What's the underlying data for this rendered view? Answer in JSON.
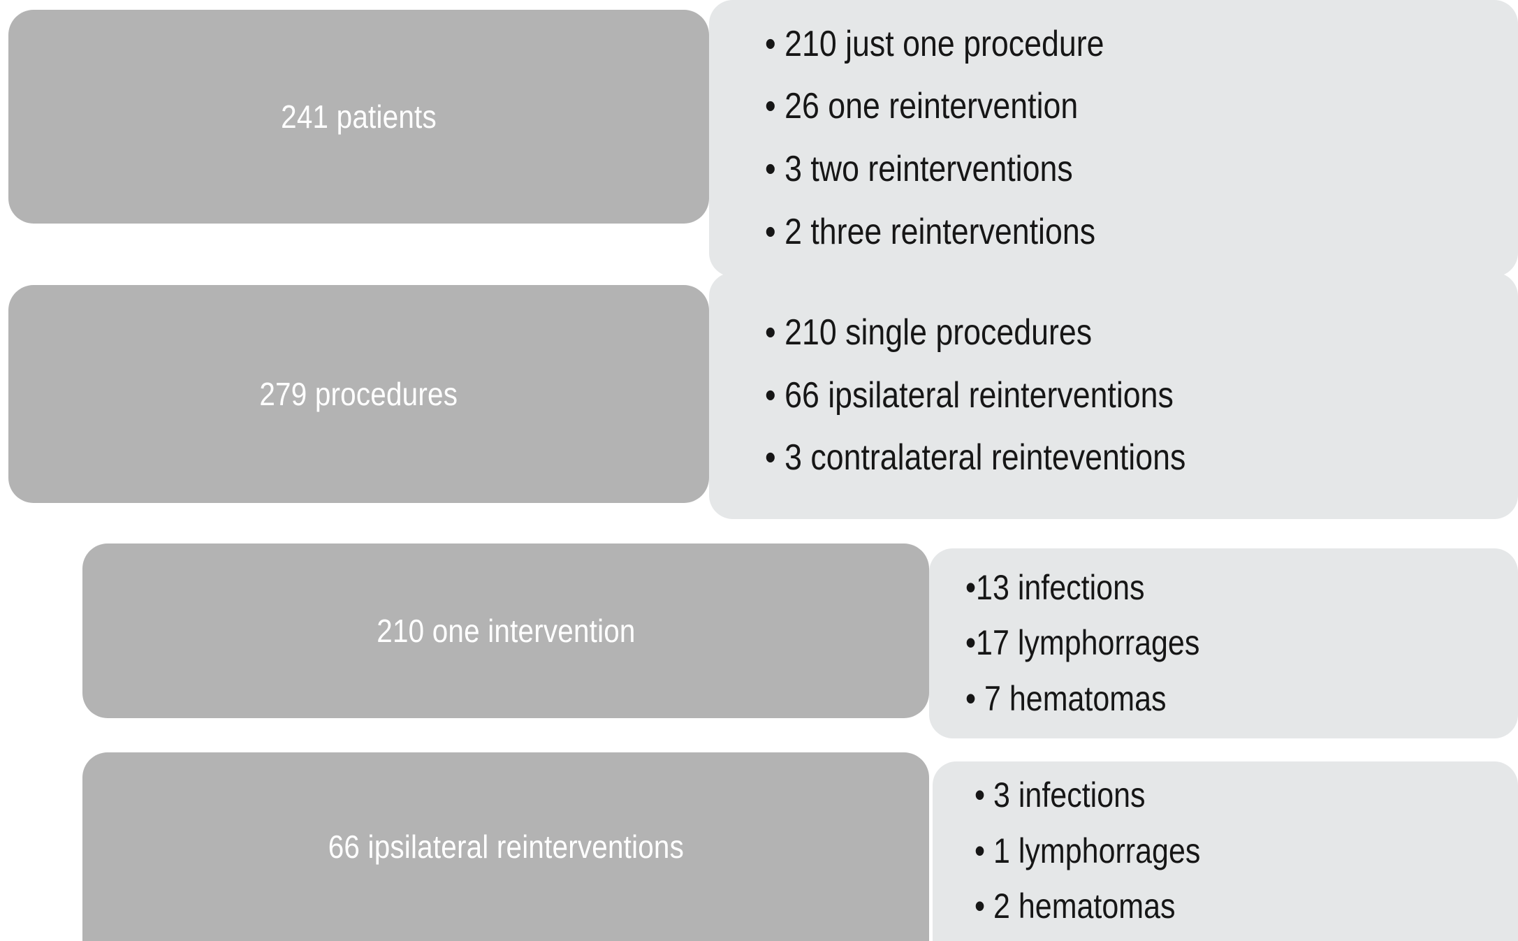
{
  "colors": {
    "summary_box_fill": "#b3b3b3",
    "detail_panel_fill": "#e5e7e8",
    "summary_text": "#ffffff",
    "detail_text": "#161616",
    "background": "#ffffff"
  },
  "diagram": {
    "type": "flow-summary",
    "rows": [
      {
        "summary": "241 patients",
        "details": [
          "• 210 just one procedure",
          "• 26 one reintervention",
          "• 3 two reinterventions",
          "• 2 three reinterventions"
        ]
      },
      {
        "summary": "279 procedures",
        "details": [
          "• 210 single procedures",
          "• 66 ipsilateral reinterventions",
          "• 3 contralateral reinteventions"
        ]
      },
      {
        "summary": "210 one intervention",
        "details": [
          "•13 infections",
          "•17 lymphorrages",
          "• 7 hematomas"
        ]
      },
      {
        "summary": "66 ipsilateral reinterventions",
        "details": [
          "• 3 infections",
          "• 1 lymphorrages",
          "• 2 hematomas"
        ]
      }
    ]
  }
}
